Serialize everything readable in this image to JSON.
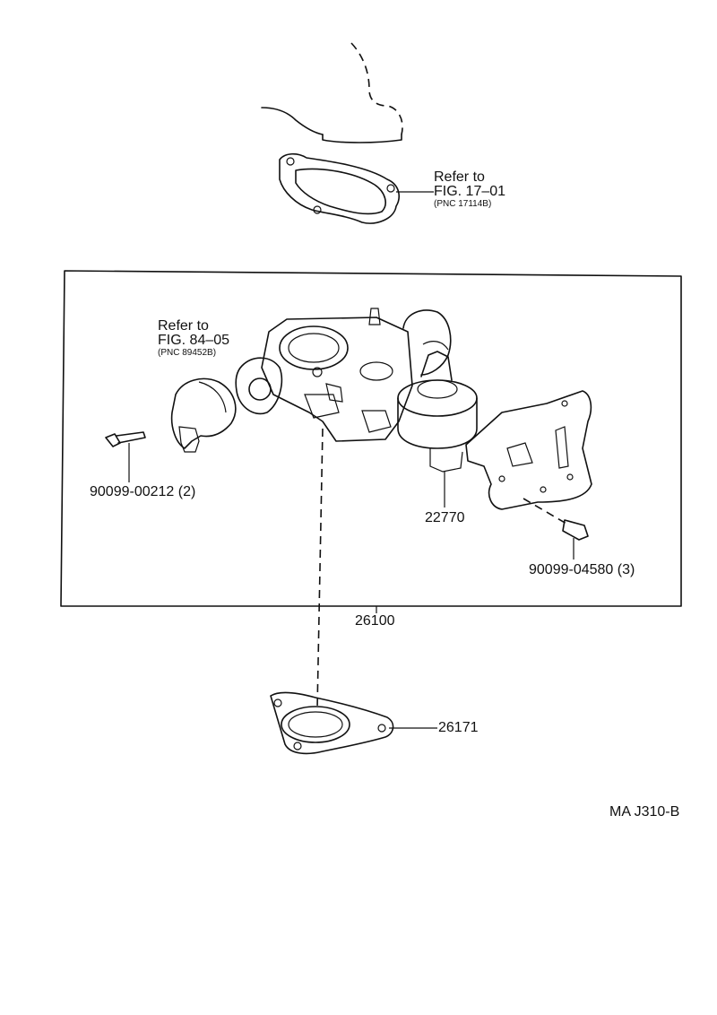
{
  "refs": {
    "top": {
      "line1": "Refer to",
      "line2": "FIG. 17–01",
      "line3": "(PNC 17114B)"
    },
    "left": {
      "line1": "Refer to",
      "line2": "FIG. 84–05",
      "line3": "(PNC 89452B)"
    }
  },
  "parts": {
    "bolt_left": "90099-00212 (2)",
    "valve": "22770",
    "bolt_right": "90099-04580 (3)",
    "assembly": "26100",
    "gasket": "26171"
  },
  "footer_code": "MA  J310-B"
}
